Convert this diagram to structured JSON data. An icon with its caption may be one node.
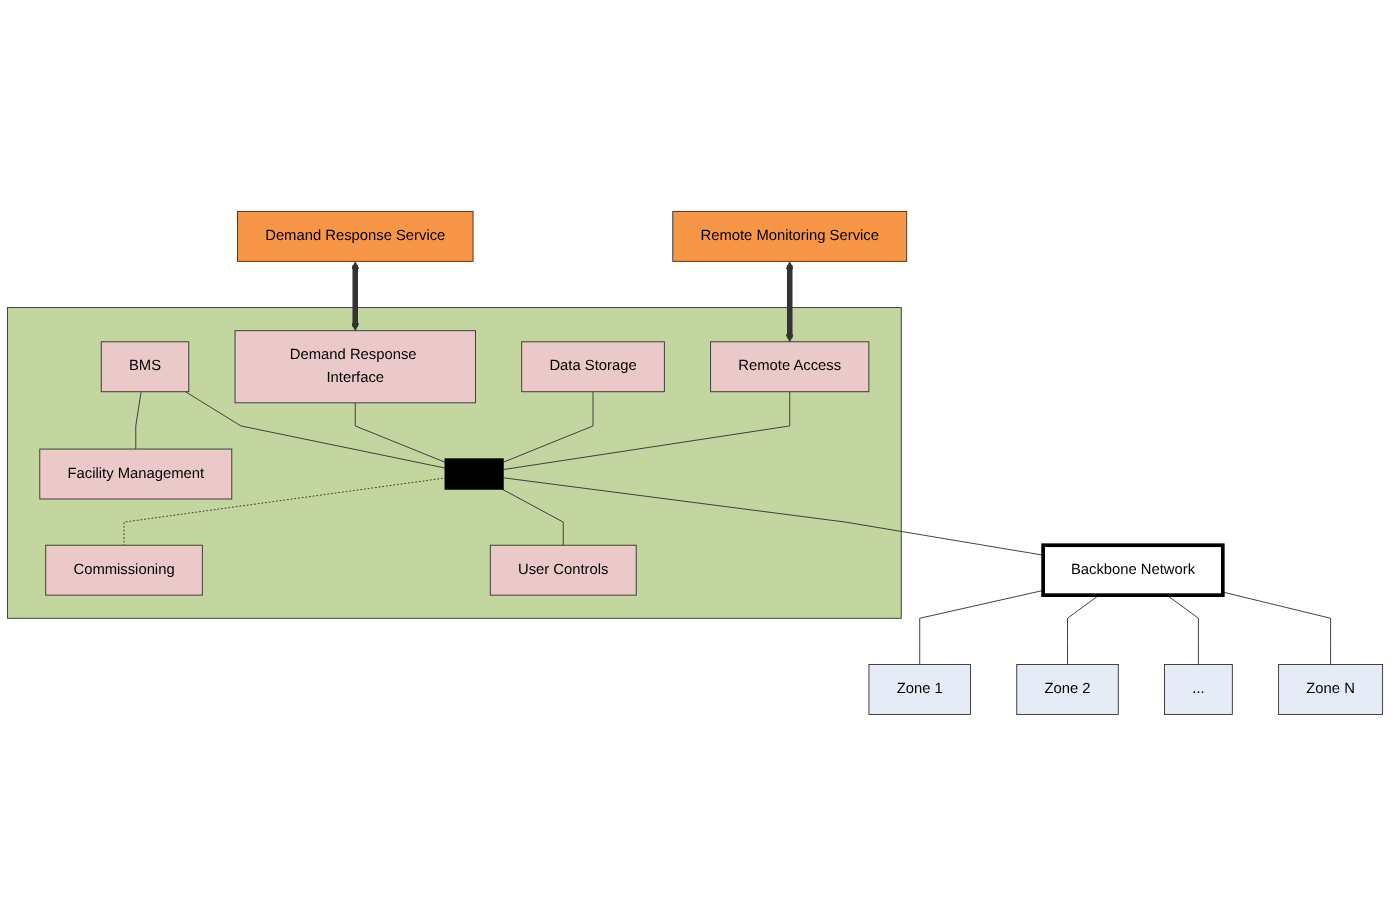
{
  "diagram": {
    "nodes": [
      {
        "text": [
          "Demand Response Service"
        ]
      },
      {
        "text": [
          "Remote Monitoring Service"
        ]
      },
      {
        "text": [],
        "shape": "box"
      },
      {
        "text": [
          "BMS"
        ],
        "in": 2
      },
      {
        "text": [
          "Facility Management"
        ],
        "in": 2
      },
      {
        "text": [
          "Demand Response Interface"
        ],
        "in": 2
      },
      {
        "text": [
          "Data Storage"
        ],
        "in": 2
      },
      {
        "text": [
          "Remote Access"
        ],
        "in": 2
      },
      {
        "text": [],
        "shape": "bar",
        "in": 2
      },
      {
        "text": [
          "Commissioning"
        ],
        "in": 2
      },
      {
        "text": [
          "User Controls"
        ],
        "in": 2
      },
      {
        "text": [
          "Backbone Network"
        ]
      },
      {
        "text": [
          "Zone 1"
        ]
      },
      {
        "text": [
          "Zone 2"
        ]
      },
      {
        "text": [
          "..."
        ]
      },
      {
        "text": [
          "Zone N"
        ]
      }
    ],
    "edges": [
      {
        "from": 0,
        "to": 5,
        "arrow": "both",
        "style": "thick"
      },
      {
        "from": 1,
        "to": 7,
        "arrow": "both",
        "style": "thick"
      },
      {
        "from": 3,
        "to": 4,
        "arrow": "none"
      },
      {
        "from": 3,
        "to": 8,
        "arrow": "none"
      },
      {
        "from": 5,
        "to": 8,
        "arrow": "none"
      },
      {
        "from": 6,
        "to": 8,
        "arrow": "none"
      },
      {
        "from": 7,
        "to": 8,
        "arrow": "none"
      },
      {
        "from": 8,
        "to": 9,
        "arrow": "none",
        "style": "dashed"
      },
      {
        "from": 8,
        "to": 10,
        "arrow": "none"
      },
      {
        "from": 8,
        "to": 11,
        "arrow": "none"
      },
      {
        "from": 11,
        "to": 12,
        "arrow": "none"
      },
      {
        "from": 11,
        "to": 13,
        "arrow": "none"
      },
      {
        "from": 11,
        "to": 14,
        "arrow": "none"
      },
      {
        "from": 11,
        "to": 15,
        "arrow": "none"
      }
    ]
  }
}
